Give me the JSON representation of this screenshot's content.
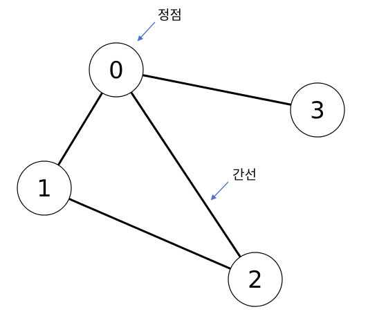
{
  "graph": {
    "nodes": [
      {
        "id": "0",
        "label": "0"
      },
      {
        "id": "1",
        "label": "1"
      },
      {
        "id": "2",
        "label": "2"
      },
      {
        "id": "3",
        "label": "3"
      }
    ],
    "edges": [
      {
        "from": "0",
        "to": "1"
      },
      {
        "from": "0",
        "to": "2"
      },
      {
        "from": "0",
        "to": "3"
      },
      {
        "from": "1",
        "to": "2"
      }
    ]
  },
  "annotations": {
    "vertex_label": "정점",
    "edge_label": "간선"
  },
  "colors": {
    "stroke": "#000000",
    "arrow": "#4a72c4",
    "background": "#ffffff"
  }
}
